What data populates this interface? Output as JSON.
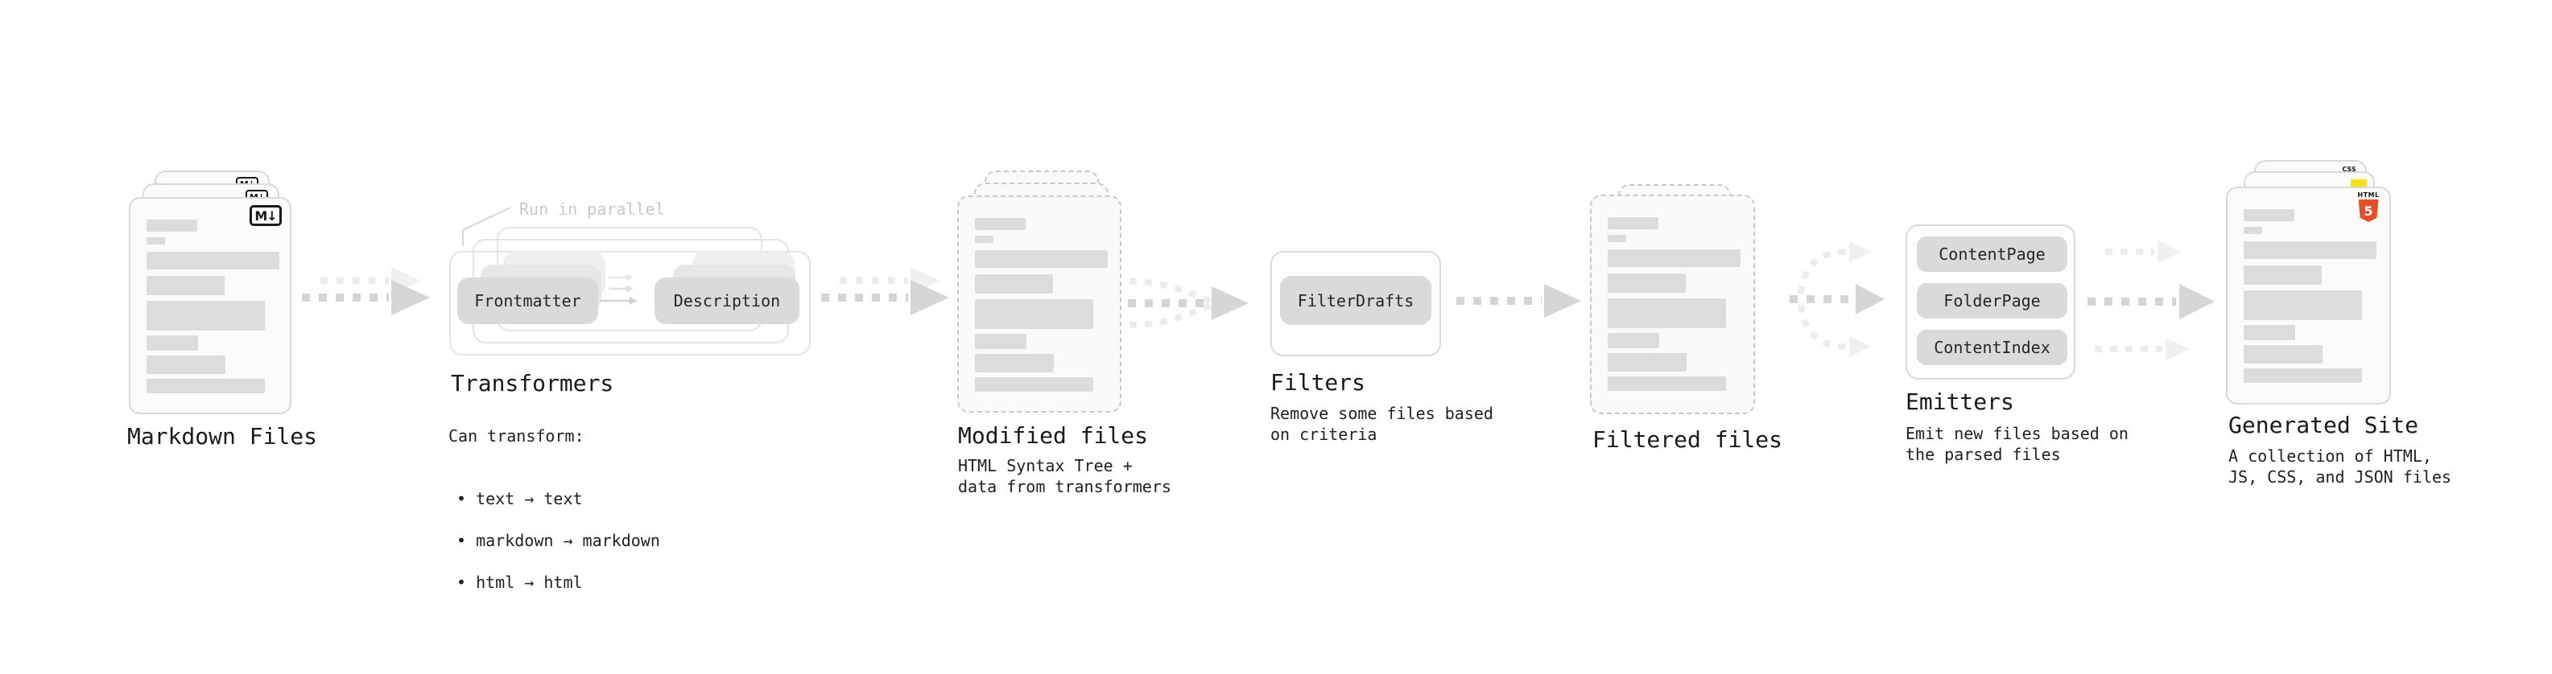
{
  "diagram": {
    "nodes": {
      "markdown_files": {
        "title": "Markdown Files",
        "badge": "M↓"
      },
      "transformers": {
        "title": "Transformers",
        "note": "Run in parallel",
        "pills": [
          "Frontmatter",
          "Description"
        ],
        "desc_heading": "Can transform:",
        "bullets": [
          "• text → text",
          "• markdown → markdown",
          "• html → html"
        ]
      },
      "modified_files": {
        "title": "Modified files",
        "desc": "HTML Syntax Tree +\ndata from transformers"
      },
      "filters": {
        "title": "Filters",
        "pill": "FilterDrafts",
        "desc": "Remove some files based\non criteria"
      },
      "filtered_files": {
        "title": "Filtered files"
      },
      "emitters": {
        "title": "Emitters",
        "pills": [
          "ContentPage",
          "FolderPage",
          "ContentIndex"
        ],
        "desc": "Emit new files based on\nthe parsed files"
      },
      "generated_site": {
        "title": "Generated Site",
        "desc": "A collection of HTML,\nJS, CSS, and JSON files",
        "badges": {
          "html5_label": "HTML",
          "html5_number": "5",
          "css_label": "CSS"
        }
      }
    },
    "colors": {
      "background": "#ffffff",
      "card_bg": "#fbfbfb",
      "card_border": "#d9d9d9",
      "dashed_border": "#c9c9c9",
      "dashed_bg": "#fafafa",
      "container_border": "#e4e4e4",
      "skeleton": "#dcdcdc",
      "pill_bg": "#dadada",
      "pill_ghost1": "#e7e7e7",
      "pill_ghost2": "#efefef",
      "pill_text": "#262626",
      "title_text": "#1a1a1a",
      "desc_text": "#1f1f1f",
      "note_text": "#c8c8c8",
      "arrow_main": "#d4d4d4",
      "arrow_head": "#d6d6d6",
      "arrow_ghost": "#ececec",
      "badge_border": "#1a1a1a",
      "html5_orange": "#e34f26",
      "js_yellow": "#f7df1e",
      "css_blue": "#2e5fe8"
    }
  }
}
